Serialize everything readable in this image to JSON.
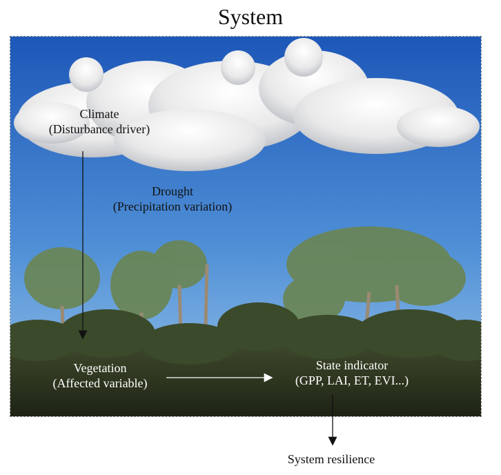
{
  "title": "System",
  "nodes": {
    "climate": {
      "name": "Climate",
      "detail": "(Disturbance driver)"
    },
    "drought": {
      "name": "Drought",
      "detail": "(Precipitation variation)"
    },
    "vegetation": {
      "name": "Vegetation",
      "detail": "(Affected variable)"
    },
    "state": {
      "name": "State indicator",
      "detail": "(GPP, LAI, ET, EVI...)"
    },
    "resilience": {
      "name": "System resilience"
    }
  },
  "colors": {
    "sky_top": "#1f5fbf",
    "sky_bottom": "#7fb3e6",
    "cloud": "#f2f2f2",
    "canopy": "#2f3a24",
    "foliage": "#6f8a4f",
    "trunk": "#8a7a66"
  }
}
